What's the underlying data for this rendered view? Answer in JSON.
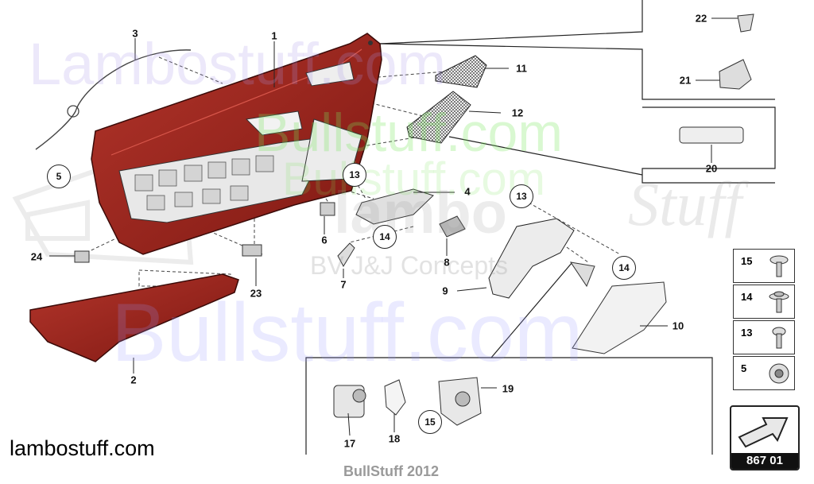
{
  "watermarks": [
    "Lambostuff.com",
    "Bullstuff.com",
    "Bullstuff.com",
    "BV J&J Concepts",
    "Bullstuff.com",
    "lambo",
    "Stuff"
  ],
  "site_label": "lambostuff.com",
  "footer": "BullStuff 2012",
  "badge": "867 01",
  "colors": {
    "trim_red": "#8e1f1a",
    "trim_red_light": "#b03028",
    "line": "#222222"
  },
  "callouts": [
    {
      "id": "1",
      "text": "1"
    },
    {
      "id": "2",
      "text": "2"
    },
    {
      "id": "3",
      "text": "3"
    },
    {
      "id": "4",
      "text": "4"
    },
    {
      "id": "6",
      "text": "6"
    },
    {
      "id": "7",
      "text": "7"
    },
    {
      "id": "8",
      "text": "8"
    },
    {
      "id": "9",
      "text": "9"
    },
    {
      "id": "10",
      "text": "10"
    },
    {
      "id": "11",
      "text": "11"
    },
    {
      "id": "12",
      "text": "12"
    },
    {
      "id": "17",
      "text": "17"
    },
    {
      "id": "18",
      "text": "18"
    },
    {
      "id": "19",
      "text": "19"
    },
    {
      "id": "20",
      "text": "20"
    },
    {
      "id": "21",
      "text": "21"
    },
    {
      "id": "22",
      "text": "22"
    },
    {
      "id": "23",
      "text": "23"
    },
    {
      "id": "24",
      "text": "24"
    }
  ],
  "circled_callouts": [
    {
      "id": "c5",
      "text": "5"
    },
    {
      "id": "c13a",
      "text": "13"
    },
    {
      "id": "c13b",
      "text": "13"
    },
    {
      "id": "c14a",
      "text": "14"
    },
    {
      "id": "c14b",
      "text": "14"
    },
    {
      "id": "c15",
      "text": "15"
    }
  ],
  "legend": [
    {
      "num": "15",
      "icon": "torx-screw-icon"
    },
    {
      "num": "14",
      "icon": "flange-screw-icon"
    },
    {
      "num": "13",
      "icon": "pan-screw-icon"
    },
    {
      "num": "5",
      "icon": "clip-nut-icon"
    }
  ]
}
